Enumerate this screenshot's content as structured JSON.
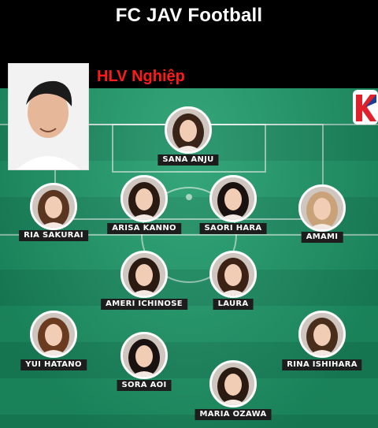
{
  "header": {
    "title": "FC JAV Football"
  },
  "coach": {
    "label": "HLV Nghiệp"
  },
  "players": [
    {
      "name": "SANA ANJU"
    },
    {
      "name": "RIA SAKURAI"
    },
    {
      "name": "ARISA KANNO"
    },
    {
      "name": "SAORI HARA"
    },
    {
      "name": "AMAMI"
    },
    {
      "name": "AMERI ICHINOSE"
    },
    {
      "name": "LAURA"
    },
    {
      "name": "YUI HATANO"
    },
    {
      "name": "SORA AOI"
    },
    {
      "name": "RINA ISHIHARA"
    },
    {
      "name": "MARIA OZAWA"
    }
  ],
  "colors": {
    "pitch_green": "#1f9d6c",
    "name_tag_bg": "#1d1d1d",
    "coach_label": "#ff1a1a",
    "logo_red": "#e0202a",
    "logo_blue": "#1c3e8f"
  }
}
